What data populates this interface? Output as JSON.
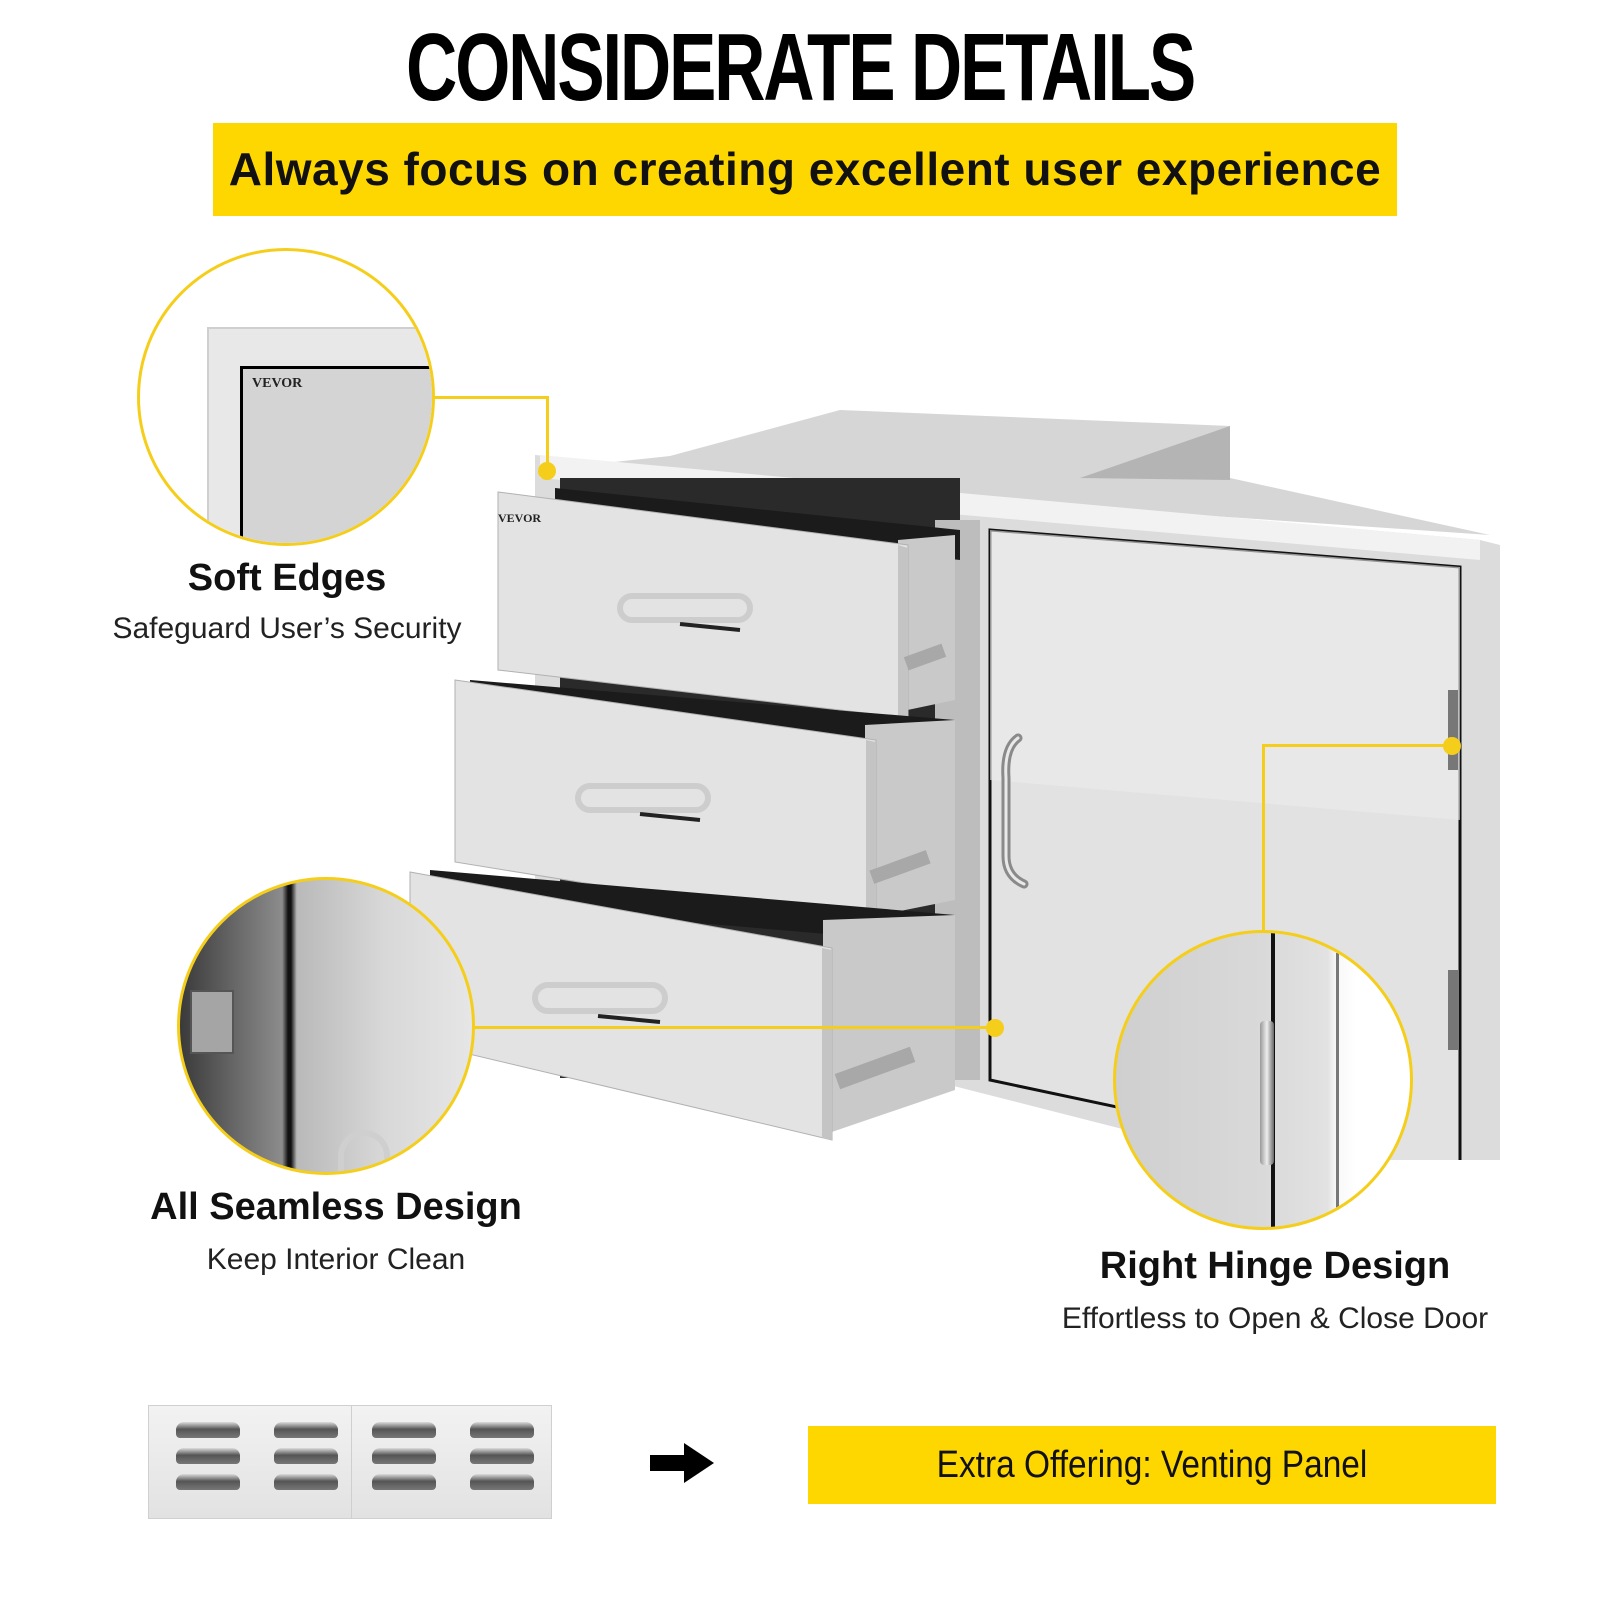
{
  "header": {
    "title": "CONSIDERATE DETAILS",
    "subtitle": "Always focus on creating excellent user experience"
  },
  "brand": {
    "logo_text": "VEVOR",
    "accent_color": "#FFD700",
    "callout_color": "#F5CE1B"
  },
  "features": [
    {
      "title": "Soft Edges",
      "subtitle": "Safeguard User’s Security"
    },
    {
      "title": "All Seamless Design",
      "subtitle": "Keep Interior Clean"
    },
    {
      "title": "Right Hinge Design",
      "subtitle": "Effortless to Open & Close Door"
    }
  ],
  "product": {
    "drawer_count": 3,
    "door_count": 1,
    "icons": [
      "drawer-handle-icon",
      "door-handle-icon",
      "hinge-icon",
      "drawer-slide-icon"
    ]
  },
  "extra": {
    "arrow_icon": "arrow-right-icon",
    "label": "Extra Offering: Venting Panel",
    "vent_rows": 3,
    "vent_cols": 4
  }
}
